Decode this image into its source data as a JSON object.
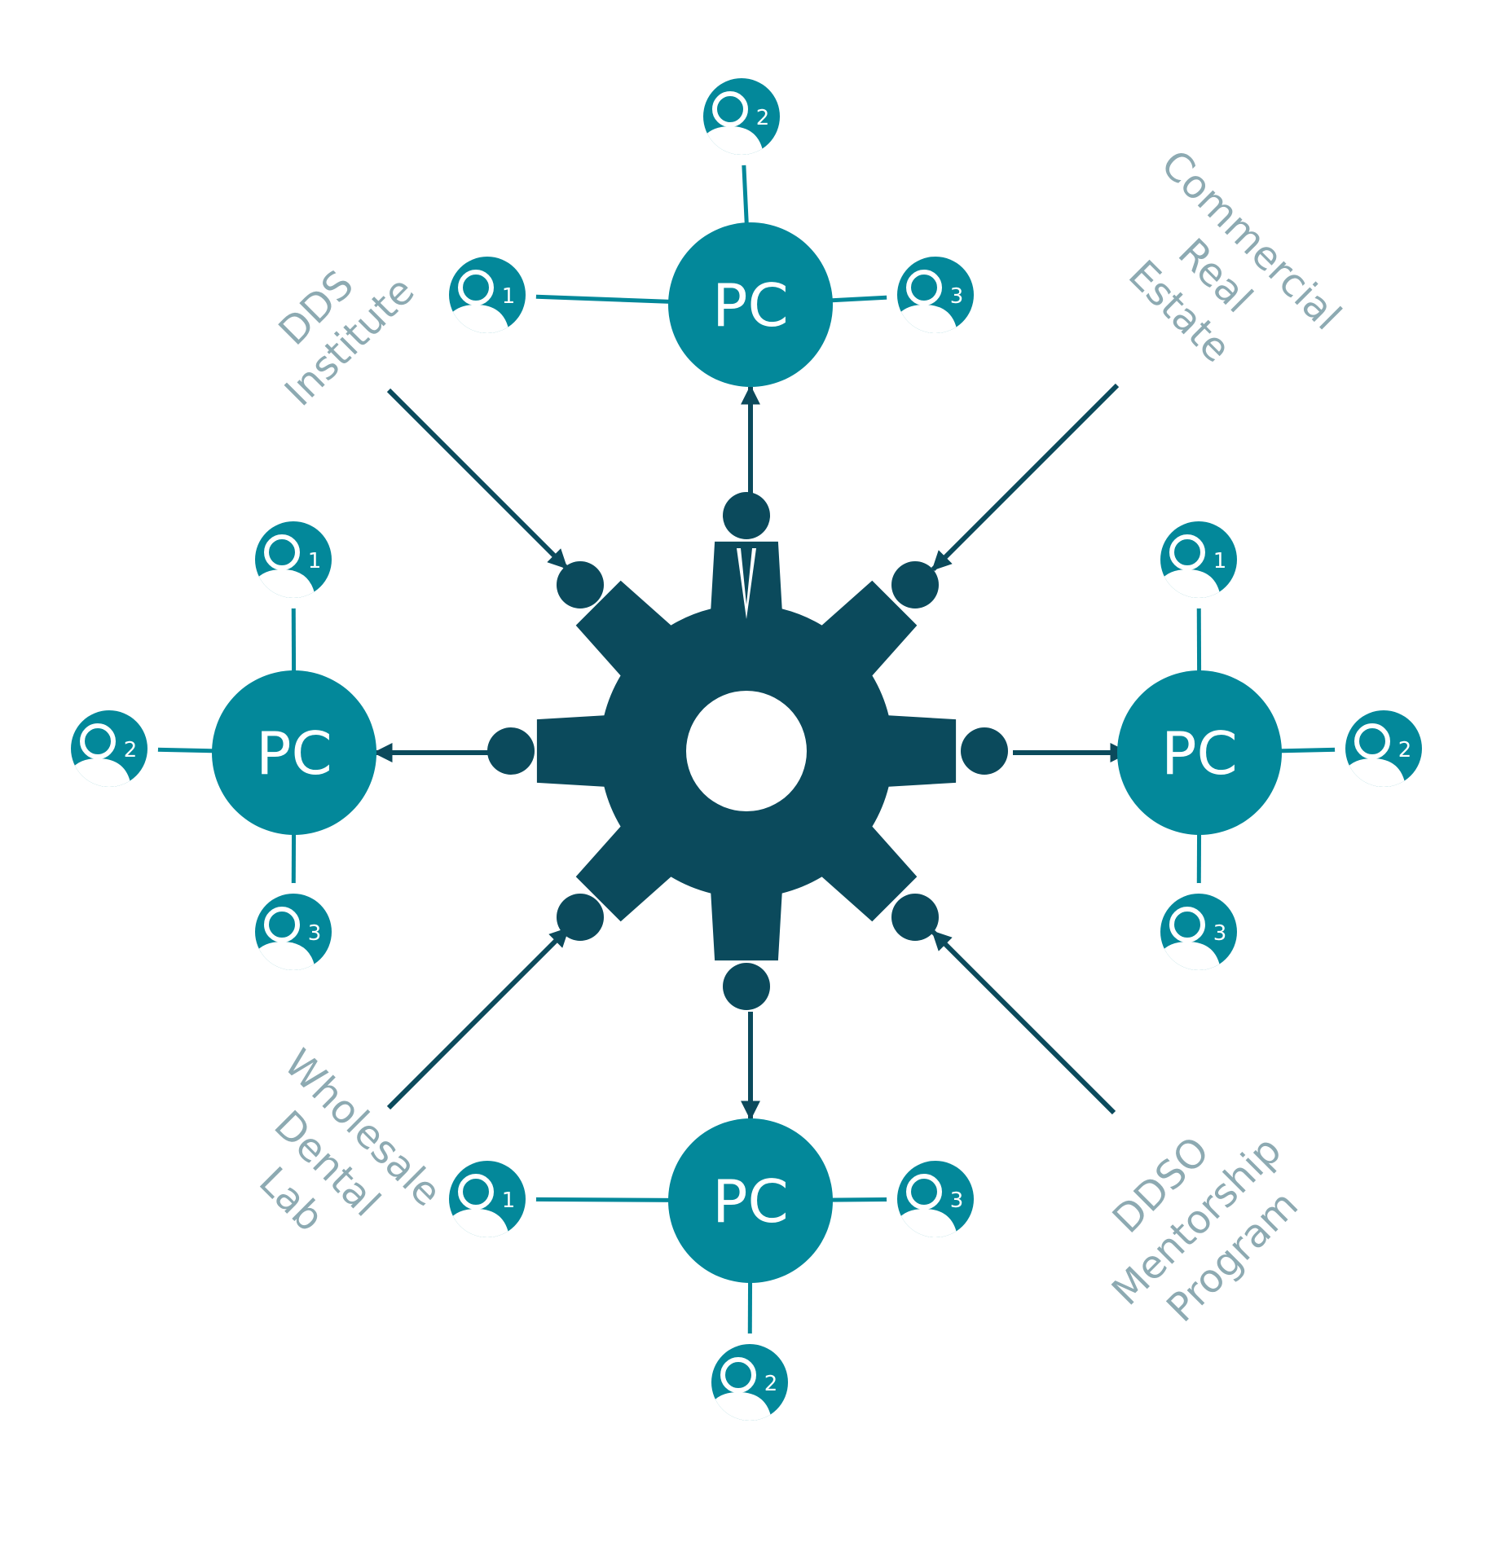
{
  "colors": {
    "teal": "#03889a",
    "navy": "#0b4a5c",
    "label_grey": "#8daab2",
    "background": "#ffffff"
  },
  "icons": {
    "center": "gear-icon",
    "node": "pc-circle",
    "user": "user-avatar-icon",
    "connector": "arrow"
  },
  "hub": {
    "name": "gear"
  },
  "pc_nodes": [
    {
      "id": "top",
      "label": "PC",
      "users": [
        {
          "side": "left",
          "number": "1"
        },
        {
          "side": "top",
          "number": "2"
        },
        {
          "side": "right",
          "number": "3"
        }
      ]
    },
    {
      "id": "left",
      "label": "PC",
      "users": [
        {
          "side": "top",
          "number": "1"
        },
        {
          "side": "left",
          "number": "2"
        },
        {
          "side": "bottom",
          "number": "3"
        }
      ]
    },
    {
      "id": "right",
      "label": "PC",
      "users": [
        {
          "side": "top",
          "number": "1"
        },
        {
          "side": "right",
          "number": "2"
        },
        {
          "side": "bottom",
          "number": "3"
        }
      ]
    },
    {
      "id": "bottom",
      "label": "PC",
      "users": [
        {
          "side": "left",
          "number": "1"
        },
        {
          "side": "bottom",
          "number": "2"
        },
        {
          "side": "right",
          "number": "3"
        }
      ]
    }
  ],
  "external_sources": [
    {
      "id": "upper-left",
      "lines": [
        "DDS",
        "Institute"
      ]
    },
    {
      "id": "upper-right",
      "lines": [
        "Commercial",
        "Real",
        "Estate"
      ]
    },
    {
      "id": "lower-left",
      "lines": [
        "Wholesale",
        "Dental",
        "Lab"
      ]
    },
    {
      "id": "lower-right",
      "lines": [
        "DDSO",
        "Mentorship",
        "Program"
      ]
    }
  ]
}
